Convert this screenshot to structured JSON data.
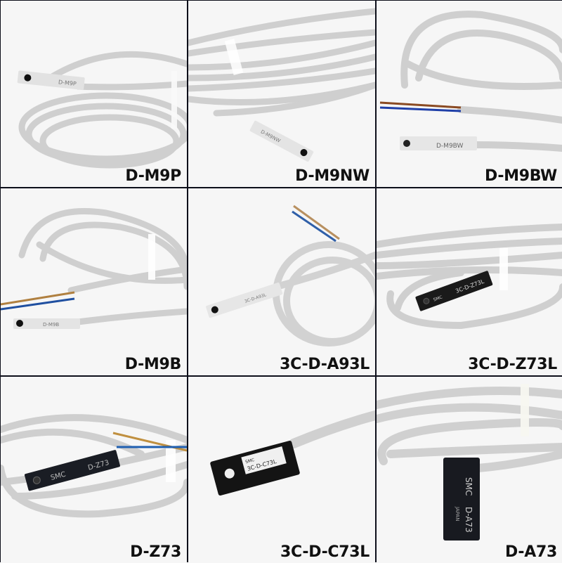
{
  "grid": {
    "rows": 3,
    "columns": 3,
    "separator_color": "#0d0f1a",
    "background_color": "#f6f6f6"
  },
  "products": [
    {
      "model": "D-M9P",
      "body_color": "light-gray",
      "body_text": "D-M9P",
      "leads_visible": false
    },
    {
      "model": "D-M9NW",
      "body_color": "light-gray",
      "body_text": "D-M9NW",
      "leads_visible": false
    },
    {
      "model": "D-M9BW",
      "body_color": "light-gray",
      "body_text": "D-M9BW",
      "leads_visible": true,
      "lead_colors": [
        "#8a4a22",
        "#1f3fa8"
      ]
    },
    {
      "model": "D-M9B",
      "body_color": "light-gray",
      "body_text": "D-M9B",
      "leads_visible": true,
      "lead_colors": [
        "#b08040",
        "#1f4fa0"
      ]
    },
    {
      "model": "3C-D-A93L",
      "body_color": "light-gray",
      "body_text": "3C-D-A93L",
      "leads_visible": true,
      "lead_colors": [
        "#b89060",
        "#2f5fa8"
      ]
    },
    {
      "model": "3C-D-Z73L",
      "body_color": "black",
      "body_text": "3C-D-Z73L",
      "brand": "SMC",
      "leads_visible": false
    },
    {
      "model": "D-Z73",
      "body_color": "black",
      "body_text": "D-Z73",
      "brand": "SMC",
      "leads_visible": true,
      "lead_colors": [
        "#c09040",
        "#1f5fb0"
      ]
    },
    {
      "model": "3C-D-C73L",
      "body_color": "black",
      "body_text": "3C-D-C73L",
      "brand": "SMC",
      "leads_visible": false
    },
    {
      "model": "D-A73",
      "body_color": "black",
      "body_text": "D-A73",
      "brand": "SMC",
      "sub_text": "JAPAN",
      "leads_visible": false
    }
  ]
}
